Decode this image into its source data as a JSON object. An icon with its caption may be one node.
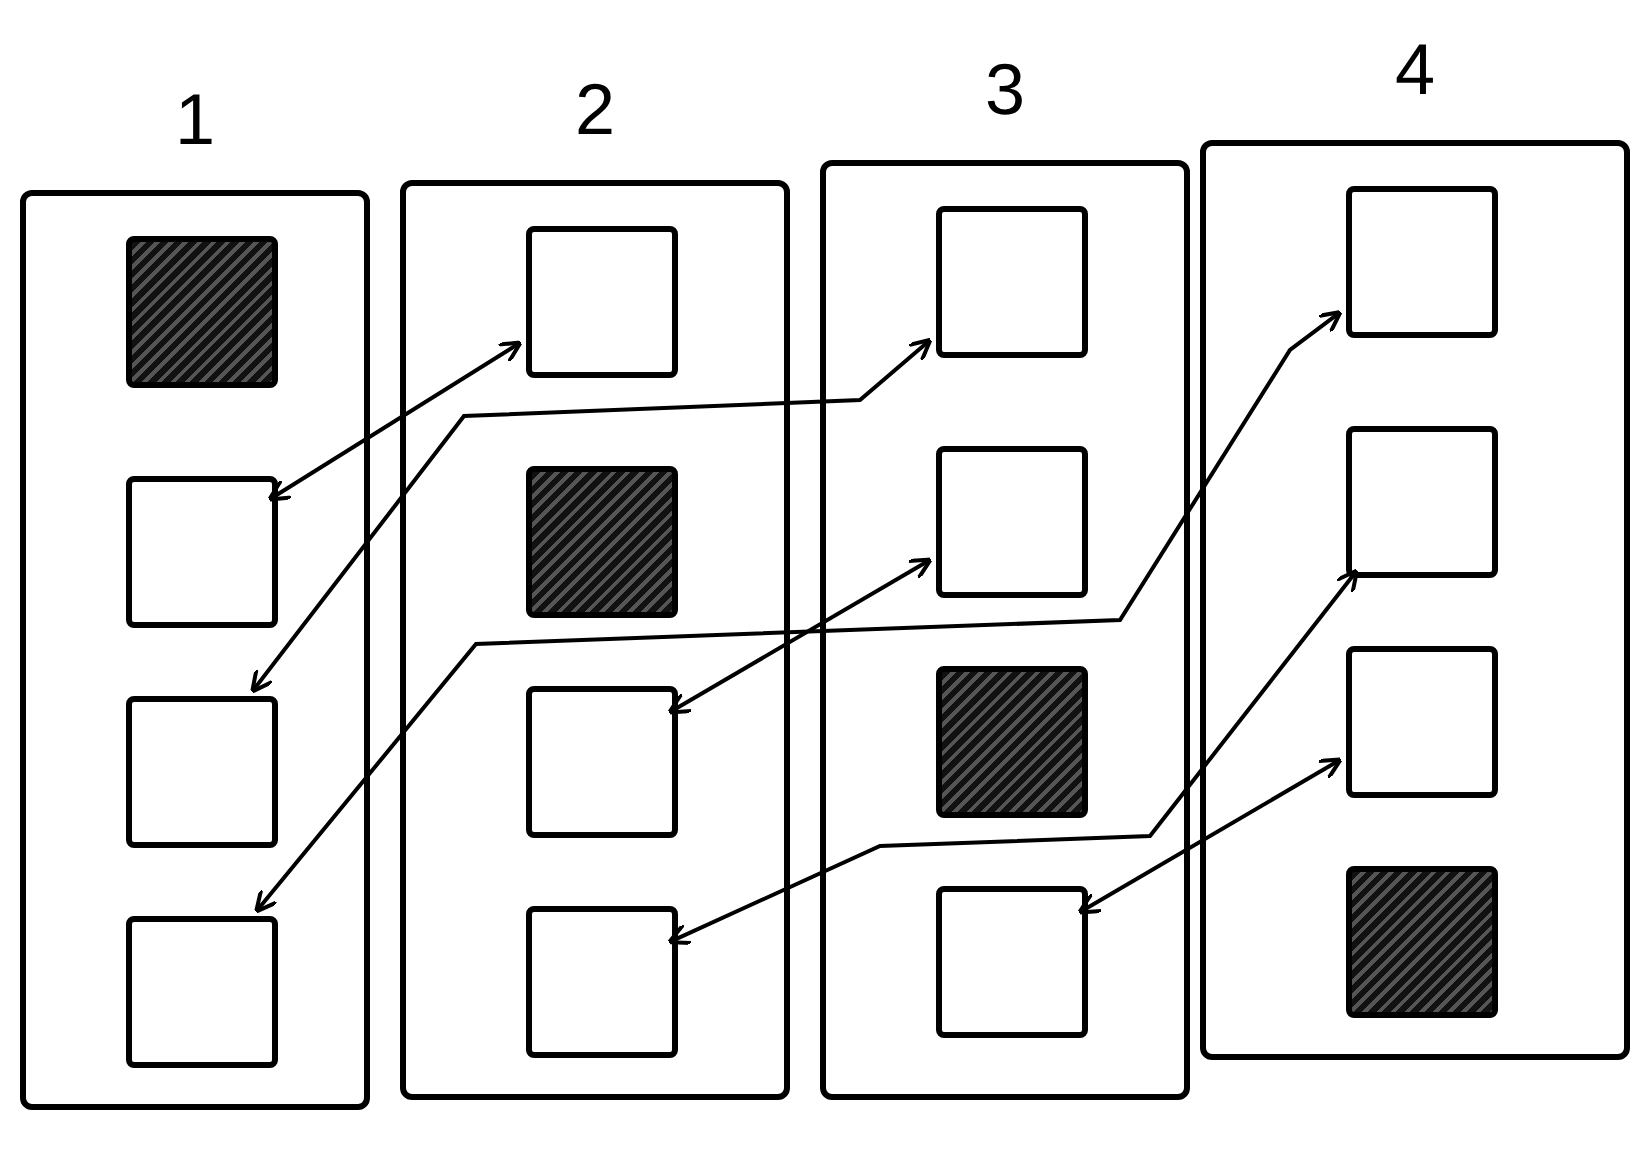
{
  "diagram": {
    "nodes": [
      {
        "text": [
          "1"
        ]
      },
      {
        "text": [],
        "shape": "hatched",
        "in": 0
      },
      {
        "text": [],
        "shape": "box",
        "in": 0
      },
      {
        "text": [],
        "shape": "box",
        "in": 0
      },
      {
        "text": [],
        "shape": "box",
        "in": 0
      },
      {
        "text": [
          "2"
        ]
      },
      {
        "text": [],
        "shape": "box",
        "in": 5
      },
      {
        "text": [],
        "shape": "hatched",
        "in": 5
      },
      {
        "text": [],
        "shape": "box",
        "in": 5
      },
      {
        "text": [],
        "shape": "box",
        "in": 5
      },
      {
        "text": [
          "3"
        ]
      },
      {
        "text": [],
        "shape": "box",
        "in": 10
      },
      {
        "text": [],
        "shape": "box",
        "in": 10
      },
      {
        "text": [],
        "shape": "hatched",
        "in": 10
      },
      {
        "text": [],
        "shape": "box",
        "in": 10
      },
      {
        "text": [
          "4"
        ]
      },
      {
        "text": [],
        "shape": "box",
        "in": 15
      },
      {
        "text": [],
        "shape": "box",
        "in": 15
      },
      {
        "text": [],
        "shape": "box",
        "in": 15
      },
      {
        "text": [],
        "shape": "hatched",
        "in": 15
      }
    ],
    "edges": [
      {
        "from": 2,
        "to": 6,
        "arrow": "both"
      },
      {
        "from": 3,
        "to": 11,
        "arrow": "both"
      },
      {
        "from": 4,
        "to": 16,
        "arrow": "both"
      },
      {
        "from": 8,
        "to": 12,
        "arrow": "both"
      },
      {
        "from": 9,
        "to": 17,
        "arrow": "both"
      },
      {
        "from": 14,
        "to": 18,
        "arrow": "both"
      }
    ]
  }
}
